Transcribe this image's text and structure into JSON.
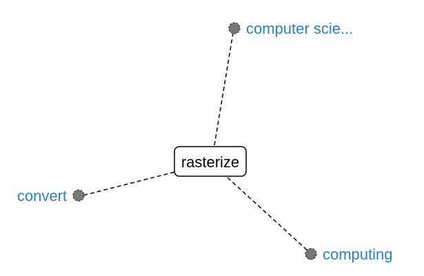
{
  "center": {
    "label": "rasterize"
  },
  "related": [
    {
      "label": "computer scie..."
    },
    {
      "label": "convert"
    },
    {
      "label": "computing"
    }
  ],
  "colors": {
    "link_text": "#2a82c4",
    "dot_fill": "#777777",
    "edge": "#000000"
  }
}
